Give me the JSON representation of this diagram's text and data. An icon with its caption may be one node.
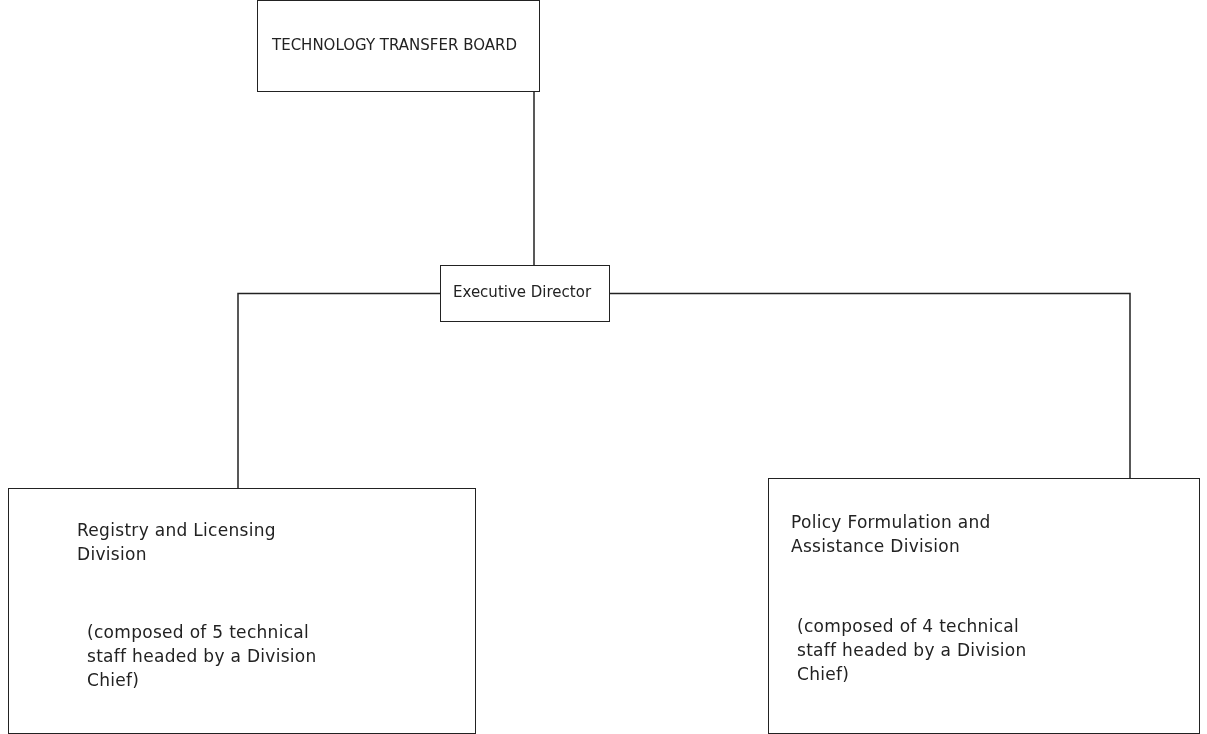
{
  "diagram": {
    "nodes": [
      {
        "text": [
          "TECHNOLOGY TRANSFER BOARD"
        ]
      },
      {
        "text": [
          "Executive Director"
        ]
      },
      {
        "text": [
          "Registry and Licensing Division",
          "(composed of 5 technical staff headed by a Division Chief)"
        ]
      },
      {
        "text": [
          "Policy Formulation and Assistance Division",
          "(composed of 4 technical staff headed by a Division Chief)"
        ]
      }
    ],
    "edges": [
      {
        "from": 0,
        "to": 1,
        "arrow": "none"
      },
      {
        "from": 1,
        "to": 2,
        "arrow": "none"
      },
      {
        "from": 1,
        "to": 3,
        "arrow": "none"
      }
    ]
  }
}
